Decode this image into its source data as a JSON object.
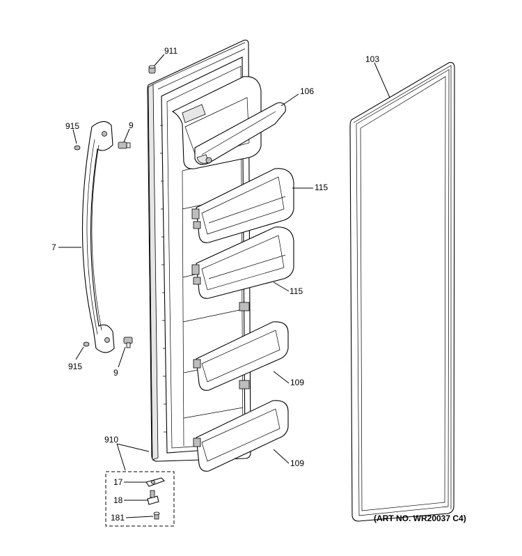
{
  "labels": {
    "l911": "911",
    "l106": "106",
    "l103": "103",
    "l915_top": "915",
    "l9_top": "9",
    "l115_top": "115",
    "l7": "7",
    "l115_bottom": "115",
    "l915_bottom": "915",
    "l9_bottom": "9",
    "l109_top": "109",
    "l910": "910",
    "l109_bottom": "109",
    "l17": "17",
    "l18": "18",
    "l181": "181"
  },
  "art_number": "(ART NO. WR20037 C4)"
}
